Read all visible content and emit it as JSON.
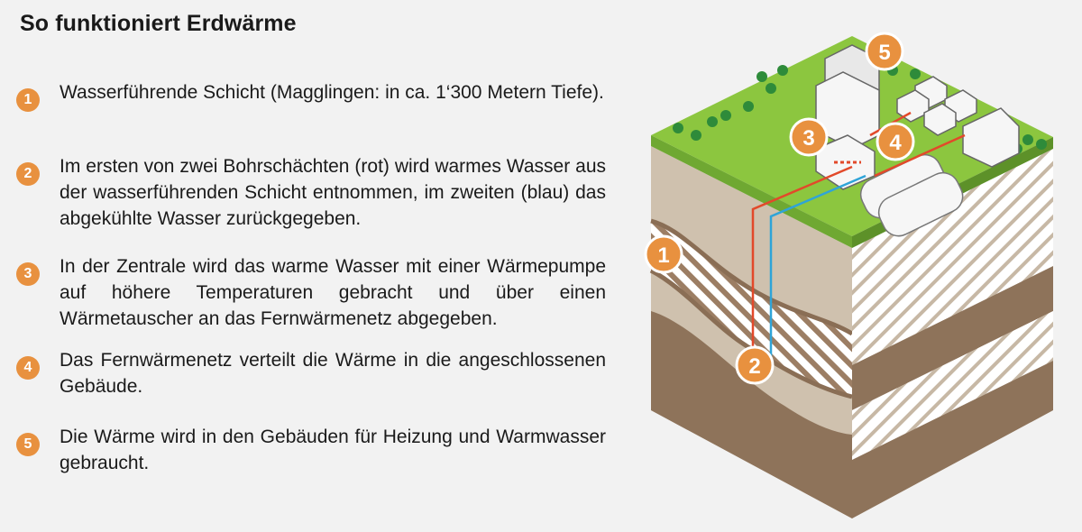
{
  "title": "So funktioniert Erdwärme",
  "steps": [
    {
      "num": "1",
      "text": "Wasserführende Schicht (Magglingen: in ca. 1‘300 Metern Tiefe)."
    },
    {
      "num": "2",
      "text": "Im ersten von zwei Bohrschächten (rot) wird warmes Wasser aus der wasserführenden Schicht entnommen, im zweiten (blau) das abgekühlte Wasser zurückgegeben."
    },
    {
      "num": "3",
      "text": "In der Zentrale wird das warme Wasser mit einer Wärme­pumpe auf höhere Temperaturen gebracht und über einen Wärmetauscher an das Fernwärmenetz abgegeben."
    },
    {
      "num": "4",
      "text": "Das Fernwärmenetz verteilt die Wärme in die ange­schlossenen Gebäude."
    },
    {
      "num": "5",
      "text": "Die Wärme wird in den Gebäuden für Heizung und Warmwasser gebraucht."
    }
  ],
  "diagram_markers": [
    "1",
    "2",
    "3",
    "4",
    "5"
  ],
  "colors": {
    "accent": "#e8913f",
    "grass": "#8cc63f",
    "soil_light": "#cfc1ae",
    "soil_dark": "#8a6e55",
    "pipe_warm": "#e2492a",
    "pipe_cold": "#2fa4d8"
  }
}
